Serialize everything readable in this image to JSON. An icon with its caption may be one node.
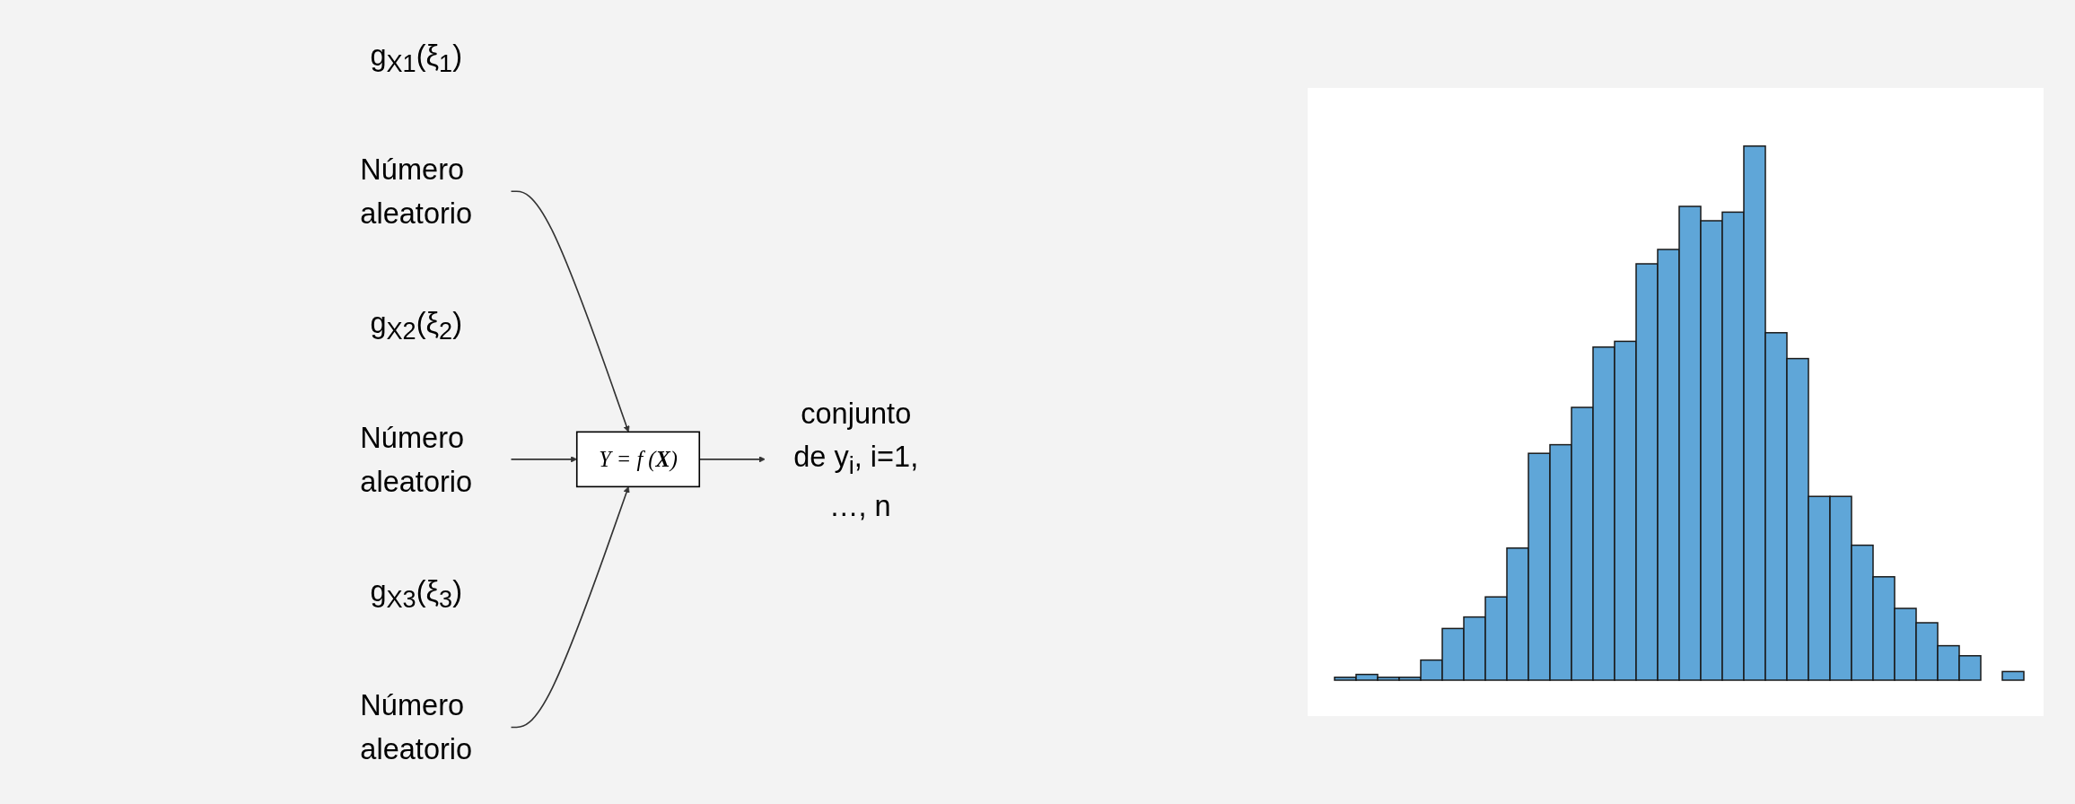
{
  "diagram": {
    "nodes": [
      {
        "text": [
          "g$_{X1}$(ξ$_{1}$)"
        ]
      },
      {
        "text": [
          "Número aleatorio"
        ]
      },
      {
        "text": [
          "g$_{X2}$(ξ$_{2}$)"
        ]
      },
      {
        "text": [
          "Número aleatorio"
        ]
      },
      {
        "text": [
          "g$_{X3}$(ξ$_{3}$)"
        ]
      },
      {
        "text": [
          "Número aleatorio"
        ]
      },
      {
        "text": [
          "Y = f (**X**)"
        ]
      },
      {
        "text": [
          "conjunto de y$_{i}$, i=1, …, n"
        ]
      }
    ],
    "edges": [
      {
        "from": 1,
        "to": 6,
        "arrow": "to"
      },
      {
        "from": 3,
        "to": 6,
        "arrow": "to"
      },
      {
        "from": 5,
        "to": 6,
        "arrow": "to"
      },
      {
        "from": 6,
        "to": 7,
        "arrow": "to"
      }
    ]
  }
}
